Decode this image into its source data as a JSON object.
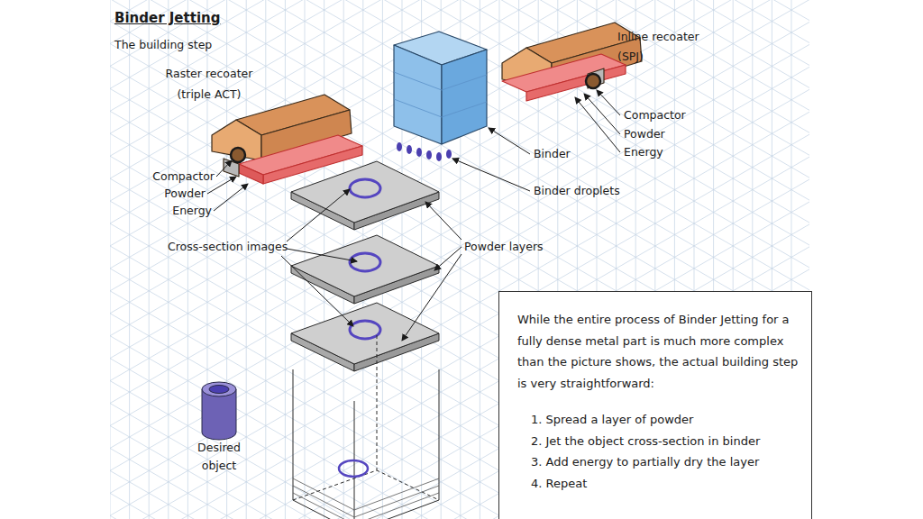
{
  "diagram": {
    "title": "Binder Jetting",
    "nodes": [
      {
        "text": [
          "While the entire process of Binder Jetting for a fully dense metal part is much more complex than the picture shows, the actual building step is very straightforward:",
          "1. Spread a layer of powder",
          "2. Jet the object cross-section in binder",
          "3. Add energy to partially dry the layer",
          "4. Repeat"
        ]
      }
    ],
    "labels": [
      "The building step",
      "Raster recoater (triple ACT)",
      "Inline recoater (SPJ)",
      "Compactor",
      "Powder",
      "Energy",
      "Binder",
      "Compactor",
      "Powder",
      "Energy",
      "Binder droplets",
      "Cross-section images",
      "Powder layers",
      "Desired object"
    ]
  }
}
